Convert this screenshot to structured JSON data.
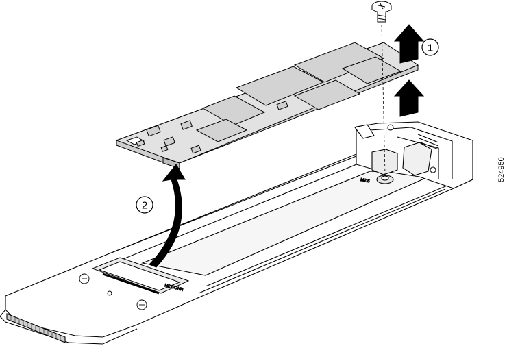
{
  "callouts": {
    "step1": "1",
    "step2": "2"
  },
  "figure_id": "524950",
  "board_labels": {
    "screw_post_marking": "M2.5",
    "connector_marking": "M2 CONN"
  },
  "colors": {
    "line": "#000000",
    "pcb_top": "#e2e2e2",
    "chip": "#d3d3d3",
    "arrow": "#000000"
  }
}
